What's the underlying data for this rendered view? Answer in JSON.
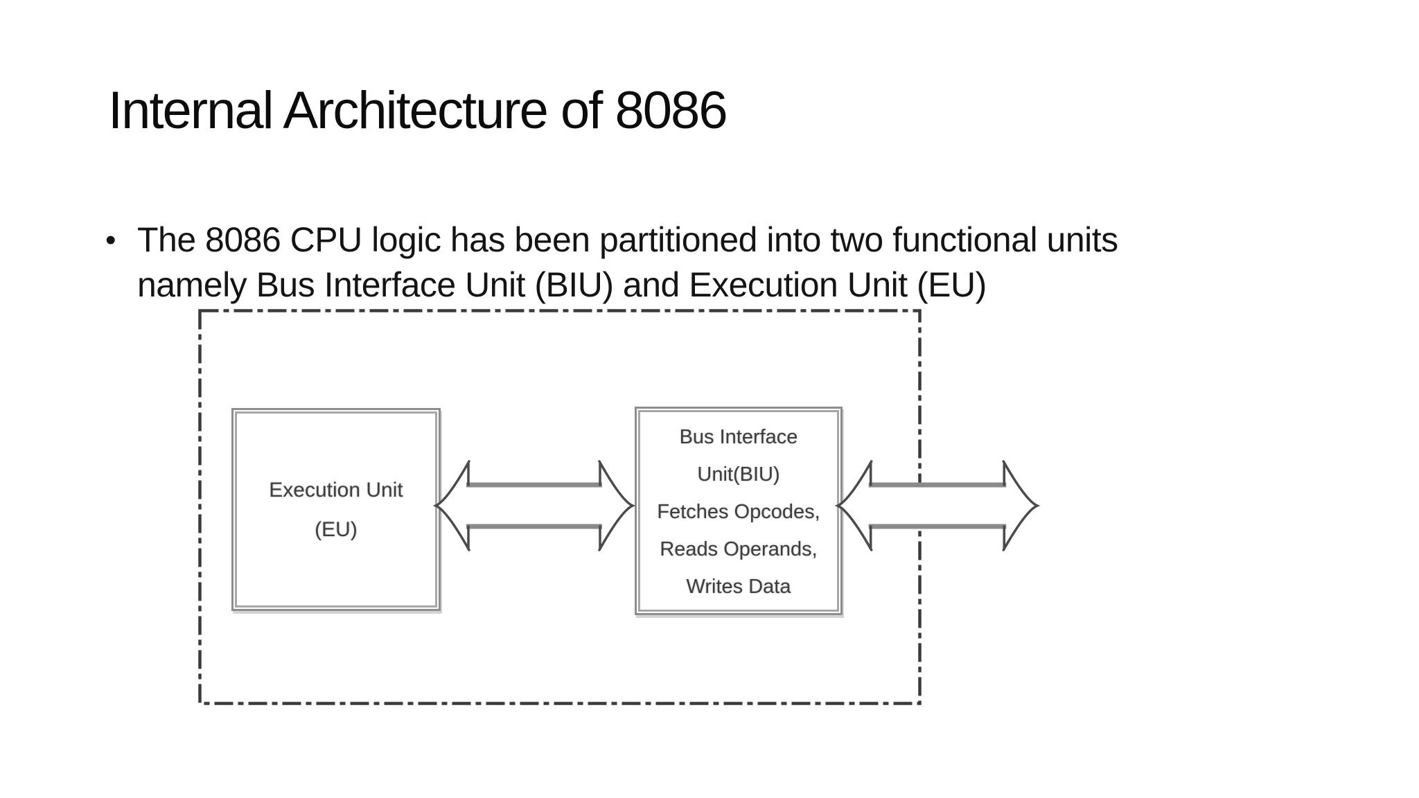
{
  "slide": {
    "title": "Internal Architecture of 8086",
    "bullet": {
      "marker": "•",
      "line1": "The 8086 CPU logic has been partitioned into two functional units",
      "line2": "namely Bus Interface Unit (BIU) and Execution Unit (EU)"
    },
    "diagram": {
      "eu_box": {
        "lines": [
          "Execution Unit",
          "(EU)"
        ]
      },
      "biu_box": {
        "lines": [
          "Bus Interface",
          "Unit(BIU)",
          "Fetches Opcodes,",
          "Reads Operands,",
          "Writes Data"
        ]
      },
      "colors": {
        "dashed_border": "#3a3a3a",
        "box_border": "#8d8d8d",
        "arrow_outline": "#4a4a4a",
        "arrow_shaft": "#8a8a8a",
        "diagram_text": "#3e3e3e"
      }
    },
    "colors": {
      "background": "#ffffff",
      "text": "#111111"
    }
  }
}
